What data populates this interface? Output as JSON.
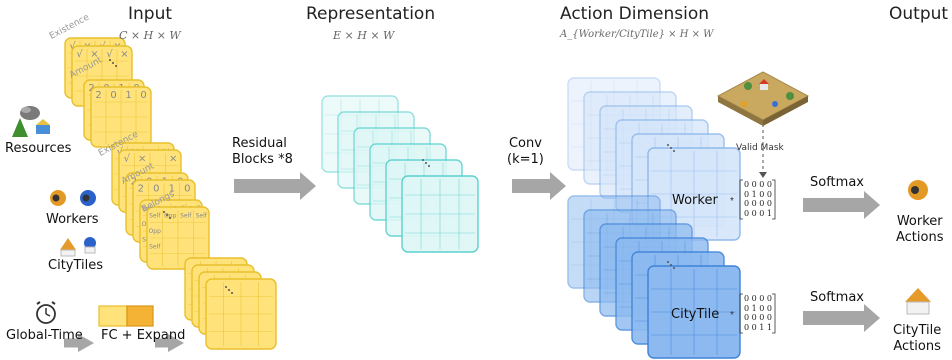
{
  "headers": {
    "input": "Input",
    "representation": "Representation",
    "action_dimension": "Action Dimension",
    "output": "Output"
  },
  "dims": {
    "input": "C × H × W",
    "representation": "E × H × W",
    "action": "A_{Worker/CityTile} × H × W"
  },
  "input_labels": {
    "resources": "Resources",
    "workers": "Workers",
    "citytiles": "CityTiles",
    "global_time": "Global-Time",
    "fc_expand": "FC + Expand"
  },
  "plane_tags": {
    "existence_1": "Existence",
    "amount_1": "Amount",
    "existence_2": "Existence",
    "amount_2": "Amount",
    "belongs": "Belongs"
  },
  "plane_cells": {
    "existence_row": [
      "√",
      "×",
      "√",
      "×"
    ],
    "amount_row": [
      "2",
      "0",
      "1",
      "0"
    ],
    "existence_row_2": [
      "√",
      "×",
      "",
      "×"
    ],
    "amount_row_2": [
      "2",
      "0",
      "1",
      "0"
    ],
    "belongs_row_1": [
      "Self",
      "Opp",
      "Self",
      "Self"
    ],
    "belongs_row_2": [
      "Opp",
      "",
      "",
      ""
    ],
    "belongs_row_3": [
      "Self",
      "",
      "",
      ""
    ]
  },
  "arrows": {
    "residual": "Residual\nBlocks *8",
    "conv": "Conv\n(k=1)",
    "softmax_top": "Softmax",
    "softmax_bottom": "Softmax"
  },
  "action_heads": {
    "worker": "Worker",
    "citytile": "CityTile",
    "valid_mask": "Valid Mask"
  },
  "mask_matrices": {
    "worker": "0 0 0 0\n0 1 0 0\n0 0 0 0\n0 0 0 1",
    "citytile": "0 0 0 0\n0 1 0 0\n0 0 0 0\n0 0 1 1",
    "multiply": "*"
  },
  "outputs": {
    "worker": "Worker\nActions",
    "citytile": "CityTile\nActions"
  },
  "colors": {
    "input_planes": "#ffe37a",
    "input_border": "#e8bf2a",
    "representation": "#dff7f6",
    "representation_border": "#53cfcc",
    "worker_head": "#d6e6fa",
    "citytile_head": "#8cbaf0",
    "arrow": "#a6a6a6"
  }
}
